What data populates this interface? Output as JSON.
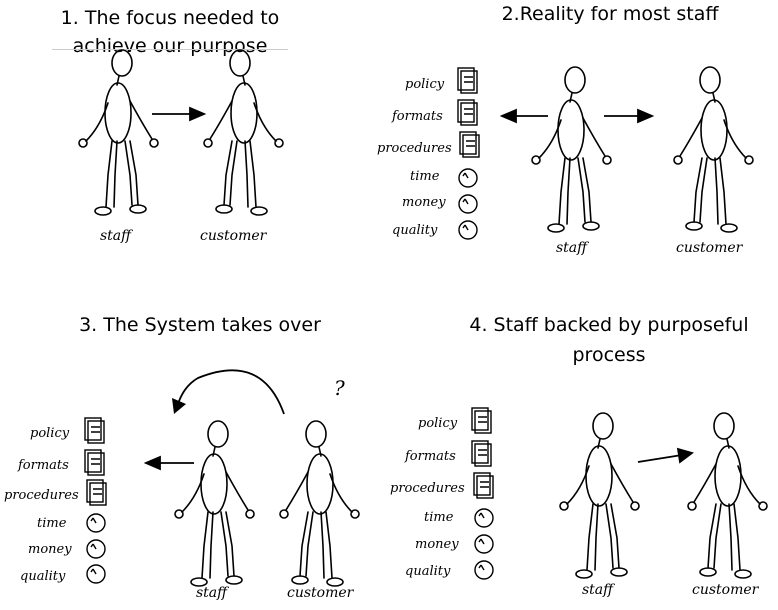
{
  "panels": [
    {
      "title_lines": [
        "1. The focus needed to",
        "achieve our purpose"
      ],
      "labels": {
        "left": "staff",
        "right": "customer"
      }
    },
    {
      "title_lines": [
        "2.Reality for most staff"
      ],
      "items": [
        "policy",
        "formats",
        "procedures",
        "time",
        "money",
        "quality"
      ],
      "labels": {
        "left": "staff",
        "right": "customer"
      }
    },
    {
      "title_lines": [
        "3. The System takes over"
      ],
      "items": [
        "policy",
        "formats",
        "procedures",
        "time",
        "money",
        "quality"
      ],
      "labels": {
        "left": "staff",
        "right": "customer"
      },
      "question_mark": "?"
    },
    {
      "title_lines": [
        "4. Staff backed by purposeful",
        "process"
      ],
      "items": [
        "policy",
        "formats",
        "procedures",
        "time",
        "money",
        "quality"
      ],
      "labels": {
        "left": "staff",
        "right": "customer"
      }
    }
  ]
}
